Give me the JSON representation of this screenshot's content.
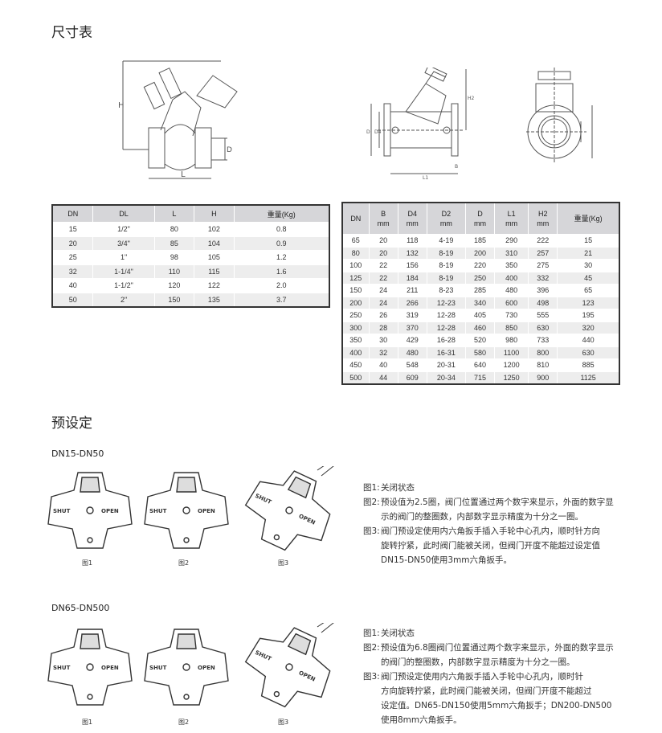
{
  "section1": {
    "title": "尺寸表"
  },
  "table1": {
    "headers": [
      "DN",
      "DL",
      "L",
      "H",
      "重量(Kg)"
    ],
    "rows": [
      [
        "15",
        "1/2\"",
        "80",
        "102",
        "0.8"
      ],
      [
        "20",
        "3/4\"",
        "85",
        "104",
        "0.9"
      ],
      [
        "25",
        "1\"",
        "98",
        "105",
        "1.2"
      ],
      [
        "32",
        "1-1/4\"",
        "110",
        "115",
        "1.6"
      ],
      [
        "40",
        "1-1/2\"",
        "120",
        "122",
        "2.0"
      ],
      [
        "50",
        "2\"",
        "150",
        "135",
        "3.7"
      ]
    ]
  },
  "table2": {
    "headers": [
      [
        "DN",
        ""
      ],
      [
        "B",
        "mm"
      ],
      [
        "D4",
        "mm"
      ],
      [
        "D2",
        "mm"
      ],
      [
        "D",
        "mm"
      ],
      [
        "L1",
        "mm"
      ],
      [
        "H2",
        "mm"
      ],
      [
        "重量(Kg)",
        ""
      ]
    ],
    "rows": [
      [
        "65",
        "20",
        "118",
        "4-19",
        "185",
        "290",
        "222",
        "15"
      ],
      [
        "80",
        "20",
        "132",
        "8-19",
        "200",
        "310",
        "257",
        "21"
      ],
      [
        "100",
        "22",
        "156",
        "8-19",
        "220",
        "350",
        "275",
        "30"
      ],
      [
        "125",
        "22",
        "184",
        "8-19",
        "250",
        "400",
        "332",
        "45"
      ],
      [
        "150",
        "24",
        "211",
        "8-23",
        "285",
        "480",
        "396",
        "65"
      ],
      [
        "200",
        "24",
        "266",
        "12-23",
        "340",
        "600",
        "498",
        "123"
      ],
      [
        "250",
        "26",
        "319",
        "12-28",
        "405",
        "730",
        "555",
        "195"
      ],
      [
        "300",
        "28",
        "370",
        "12-28",
        "460",
        "850",
        "630",
        "320"
      ],
      [
        "350",
        "30",
        "429",
        "16-28",
        "520",
        "980",
        "733",
        "440"
      ],
      [
        "400",
        "32",
        "480",
        "16-31",
        "580",
        "1100",
        "800",
        "630"
      ],
      [
        "450",
        "40",
        "548",
        "20-31",
        "640",
        "1200",
        "810",
        "885"
      ],
      [
        "500",
        "44",
        "609",
        "20-34",
        "715",
        "1250",
        "900",
        "1125"
      ]
    ]
  },
  "drawing_labels": {
    "H": "H",
    "L": "L",
    "D": "D",
    "L1": "L1",
    "H2": "H2",
    "D4": "D4",
    "D_f": "D",
    "B": "B"
  },
  "section2": {
    "title": "预设定"
  },
  "group1": {
    "title": "DN15-DN50",
    "captions": [
      "图1",
      "图2",
      "图3"
    ],
    "handwheel": {
      "shut": "SHUT",
      "open": "OPEN"
    },
    "notes": [
      {
        "label": "图1:",
        "lines": [
          "关闭状态"
        ]
      },
      {
        "label": "图2:",
        "lines": [
          "预设值为2.5圈，阀门位置通过两个数字来显示，外面的数字显",
          "示的阀门的整圈数，内部数字显示精度为十分之一圈。"
        ]
      },
      {
        "label": "图3:",
        "lines": [
          "阀门预设定使用内六角扳手插入手轮中心孔内，顺时针方向",
          "旋转拧紧，此时阀门能被关闭，但阀门开度不能超过设定值",
          "DN15-DN50使用3mm六角扳手。"
        ]
      }
    ]
  },
  "group2": {
    "title": "DN65-DN500",
    "captions": [
      "图1",
      "图2",
      "图3"
    ],
    "handwheel": {
      "shut": "SHUT",
      "open": "OPEN"
    },
    "notes": [
      {
        "label": "图1:",
        "lines": [
          "关闭状态"
        ]
      },
      {
        "label": "图2:",
        "lines": [
          "预设值为6.8圈阀门位置通过两个数字来显示，外面的数字显示",
          "的阀门的整圈数，内部数字显示精度为十分之一圈。"
        ]
      },
      {
        "label": "图3:",
        "lines": [
          "阀门预设定使用内六角扳手插入手轮中心孔内，顺时针",
          "方向旋转拧紧，此时阀门能被关闭，但阀门开度不能超过",
          "设定值。DN65-DN150使用5mm六角扳手；DN200-DN500",
          "使用8mm六角扳手。"
        ]
      }
    ]
  }
}
